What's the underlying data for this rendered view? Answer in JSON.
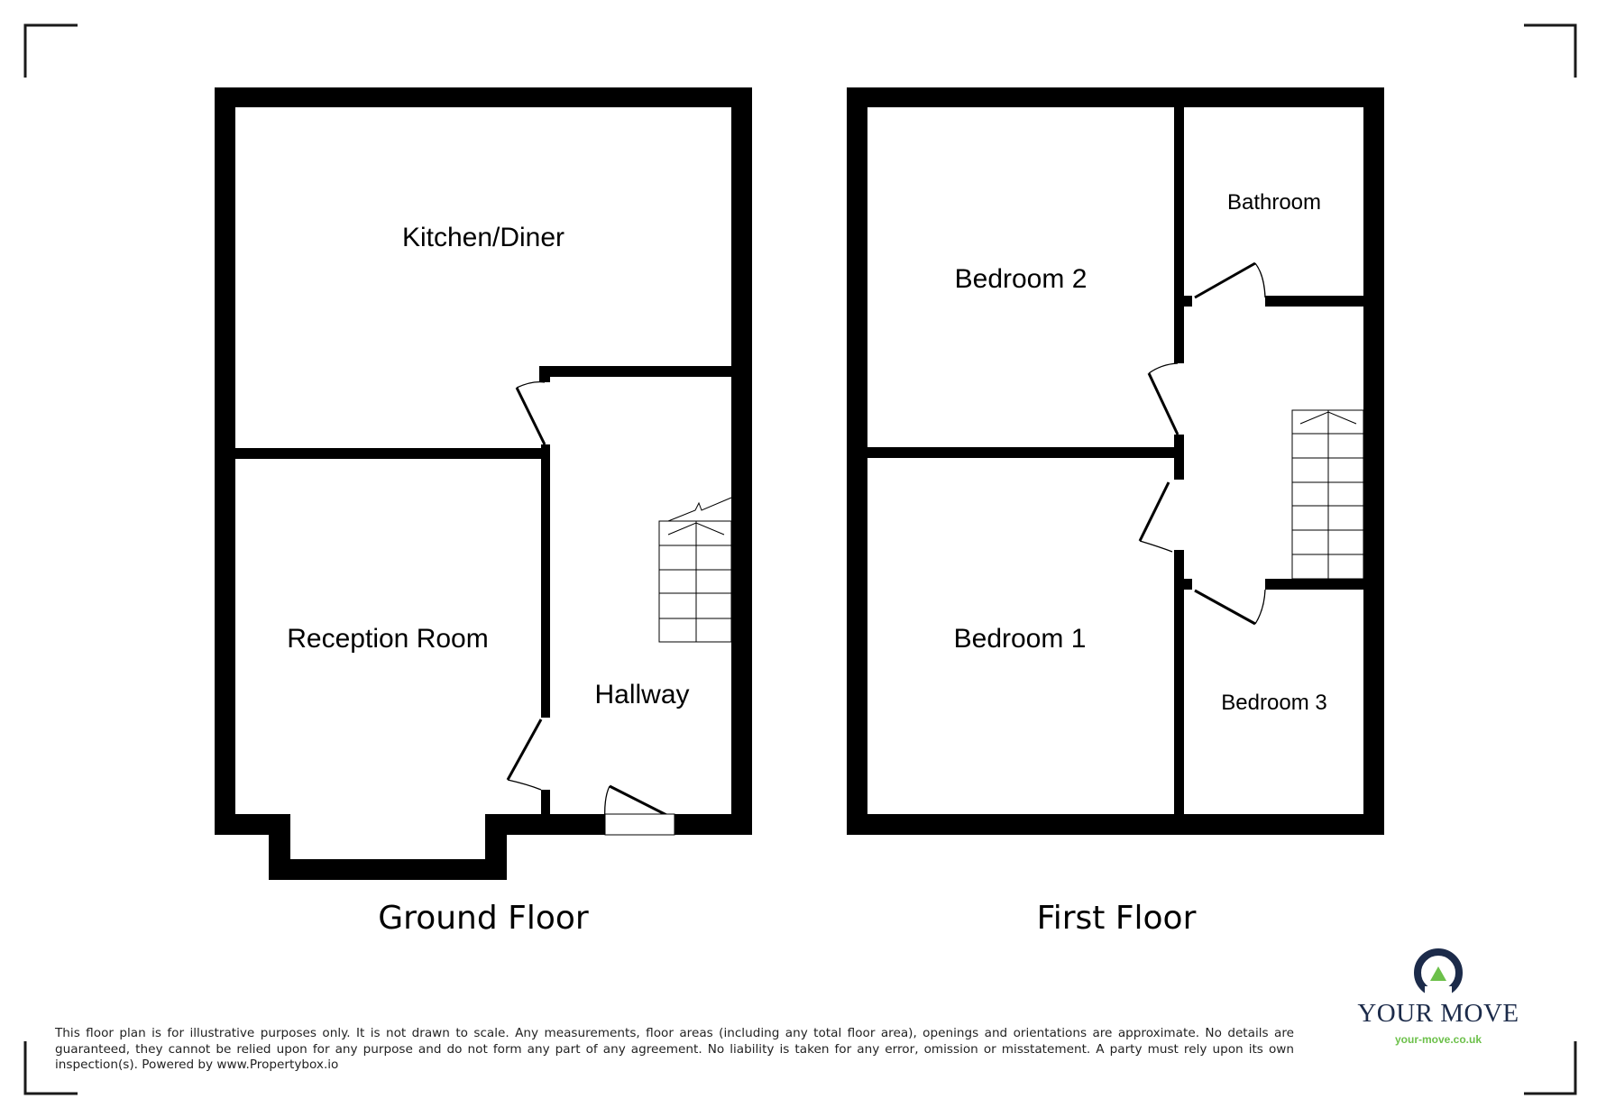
{
  "ground_floor": {
    "title": "Ground Floor",
    "rooms": {
      "kitchen_diner": "Kitchen/Diner",
      "reception_room": "Reception Room",
      "hallway": "Hallway"
    }
  },
  "first_floor": {
    "title": "First Floor",
    "rooms": {
      "bedroom_2": "Bedroom 2",
      "bathroom": "Bathroom",
      "bedroom_1": "Bedroom 1",
      "bedroom_3": "Bedroom 3"
    }
  },
  "disclaimer": "This floor plan is for illustrative purposes only. It is not drawn to scale. Any measurements, floor areas (including any total floor area), openings and orientations are approximate. No details are guaranteed, they cannot be relied upon for any purpose and do not form any part of any agreement. No liability is taken for any error, omission or misstatement. A party must rely upon its own inspection(s). Powered by www.Propertybox.io",
  "logo": {
    "name": "YOUR MOVE",
    "url": "your-move.co.uk",
    "colors": {
      "navy": "#1c2b4a",
      "green": "#6cc04a"
    }
  }
}
